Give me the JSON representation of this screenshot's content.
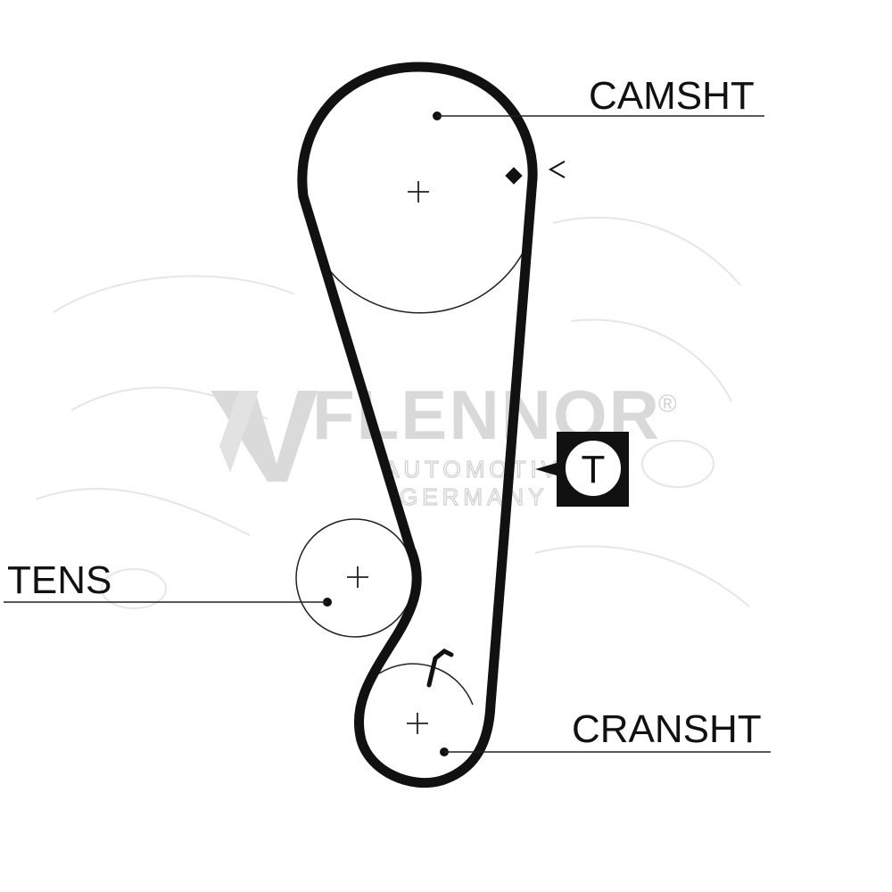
{
  "labels": {
    "camshaft": "CAMSHT",
    "tensioner": "TENS",
    "crankshaft": "CRANSHT"
  },
  "tension_marker": "T",
  "watermark": {
    "brand": "FLENNOR",
    "line1": "AUTOMOTIVE",
    "line2": "GERMANY",
    "registered": "®"
  },
  "colors": {
    "belt": "#111111",
    "pulley_outline": "#222222",
    "watermark": "#d9d9d9"
  }
}
